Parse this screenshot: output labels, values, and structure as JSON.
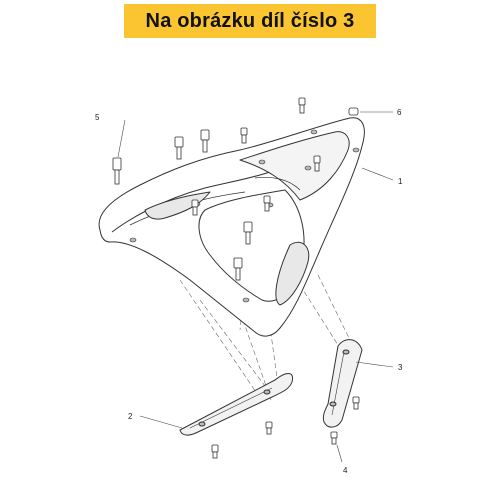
{
  "banner": {
    "text": "Na obrázku díl číslo 3",
    "color": "#fbc531"
  },
  "diagram": {
    "callouts": {
      "c1": "1",
      "c2": "2",
      "c3": "3",
      "c4": "4",
      "c5": "5",
      "c6": "6"
    },
    "line_color": "#444444"
  }
}
